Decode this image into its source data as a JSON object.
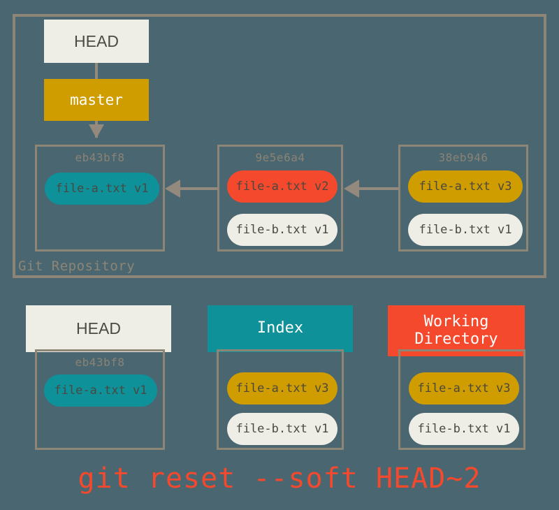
{
  "diagram": {
    "background_color": "#4a6670",
    "frame_color": "#8d8677",
    "repository": {
      "label": "Git Repository",
      "pointers": {
        "head_label": "HEAD",
        "branch_label": "master"
      },
      "commits": [
        {
          "hash": "eb43bf8",
          "blobs": [
            {
              "label": "file-a.txt v1",
              "color": "#0e9199",
              "color_name": "teal"
            }
          ]
        },
        {
          "hash": "9e5e6a4",
          "blobs": [
            {
              "label": "file-a.txt v2",
              "color": "#f4492d",
              "color_name": "red"
            },
            {
              "label": "file-b.txt v1",
              "color": "#efeee6",
              "color_name": "cream"
            }
          ]
        },
        {
          "hash": "38eb946",
          "blobs": [
            {
              "label": "file-a.txt v3",
              "color": "#cf9d00",
              "color_name": "gold"
            },
            {
              "label": "file-b.txt v1",
              "color": "#efeee6",
              "color_name": "cream"
            }
          ]
        }
      ]
    },
    "columns": [
      {
        "title": "HEAD",
        "header_color": "#efeee6",
        "hash": "eb43bf8",
        "blobs": [
          {
            "label": "file-a.txt v1",
            "color": "#0e9199",
            "color_name": "teal"
          }
        ]
      },
      {
        "title": "Index",
        "header_color": "#0e9199",
        "hash": "",
        "blobs": [
          {
            "label": "file-a.txt v3",
            "color": "#cf9d00",
            "color_name": "gold"
          },
          {
            "label": "file-b.txt v1",
            "color": "#efeee6",
            "color_name": "cream"
          }
        ]
      },
      {
        "title_line1": "Working",
        "title_line2": "Directory",
        "header_color": "#f4492d",
        "hash": "",
        "blobs": [
          {
            "label": "file-a.txt v3",
            "color": "#cf9d00",
            "color_name": "gold"
          },
          {
            "label": "file-b.txt v1",
            "color": "#efeee6",
            "color_name": "cream"
          }
        ]
      }
    ],
    "command": {
      "text": "git reset --soft HEAD~2",
      "color": "#f4492d"
    }
  }
}
